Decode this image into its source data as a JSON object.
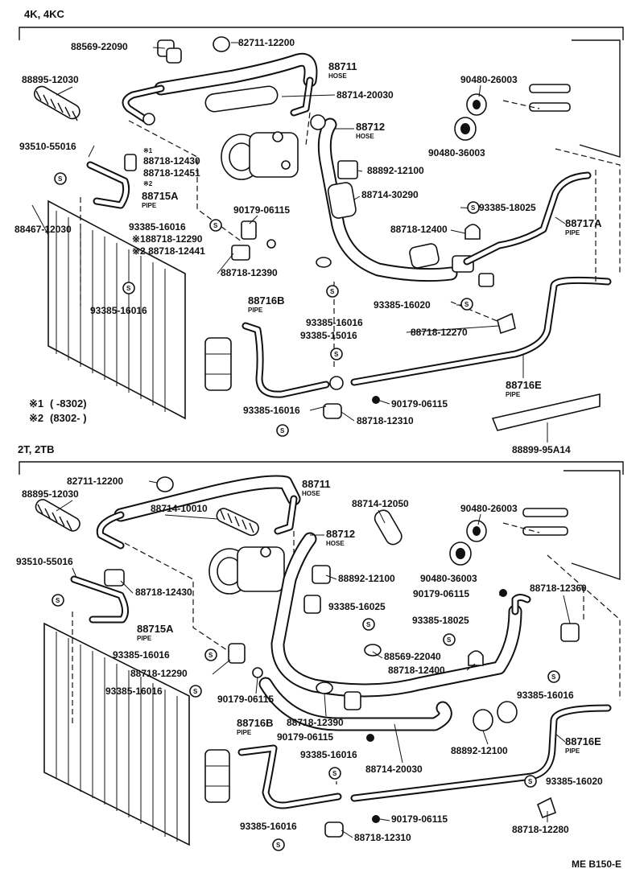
{
  "sections": {
    "top": "4K, 4KC",
    "bottom": "2T, 2TB"
  },
  "notes": {
    "mark1": "※1",
    "range1": "(        -8302)",
    "mark2": "※2",
    "range2": "(8302-         )"
  },
  "diagram_code": "ME B150-E",
  "top_labels": {
    "p88569_22090": "88569-22090",
    "p82711_12200": "82711-12200",
    "p88711": "88711",
    "hose1": "HOSE",
    "p88895_12030": "88895-12030",
    "p88714_20030": "88714-20030",
    "p90480_26003": "90480-26003",
    "p88712": "88712",
    "hose2": "HOSE",
    "p90480_36003": "90480-36003",
    "p93510_55016": "93510-55016",
    "p88718_12430_mark": "※1",
    "p88718_12430": "88718-12430",
    "p88718_12451_mark": "※2",
    "p88718_12451": "88718-12451",
    "p88892_12100": "88892-12100",
    "p88715a": "88715A",
    "pipe1": "PIPE",
    "p88714_30290": "88714-30290",
    "p93385_18025": "93385-18025",
    "p88467_12030": "88467-12030",
    "p93385_16016a": "93385-16016",
    "p90179_06115a": "90179-06115",
    "p88718_12400": "88718-12400",
    "p88717a": "88717A",
    "pipe2": "PIPE",
    "p88718_12290": "※188718-12290",
    "p88718_12441": "※2 88718-12441",
    "p88718_12390": "88718-12390",
    "p93385_16016b": "93385-16016",
    "p88716b": "88716B",
    "pipe3": "PIPE",
    "p93385_16016c": "93385-16016",
    "p93385_16020": "93385-16020",
    "p93385_15016": "93385-15016",
    "p88718_12270": "88718-12270",
    "p88716e": "88716E",
    "pipe4": "PIPE",
    "p90179_06115b": "90179-06115",
    "p93385_16016d": "93385-16016",
    "p88718_12310": "88718-12310",
    "p88899_95a14": "88899-95A14"
  },
  "bottom_labels": {
    "p82711_12200": "82711-12200",
    "p88711": "88711",
    "hose1": "HOSE",
    "p88895_12030": "88895-12030",
    "p88714_12050": "88714-12050",
    "p90480_26003": "90480-26003",
    "p88714_10010": "88714-10010",
    "p88712": "88712",
    "hose2": "HOSE",
    "p93510_55016": "93510-55016",
    "p88892_12100a": "88892-12100",
    "p90480_36003": "90480-36003",
    "p88718_12430": "88718-12430",
    "p90179_06115a": "90179-06115",
    "p88718_12360": "88718-12360",
    "p88715a": "88715A",
    "pipe1": "PIPE",
    "p93385_16025": "93385-16025",
    "p93385_18025": "93385-18025",
    "p93385_16016a": "93385-16016",
    "p88569_22040": "88569-22040",
    "p88718_12290": "88718-12290",
    "p88718_12400": "88718-12400",
    "p93385_16016b": "93385-16016",
    "p90179_06115b": "90179-06115",
    "p93385_16016c": "93385-16016",
    "p88718_12390": "88718-12390",
    "p88716b": "88716B",
    "pipe2": "PIPE",
    "p90179_06115c": "90179-06115",
    "p88892_12100b": "88892-12100",
    "p88716e": "88716E",
    "pipe3": "PIPE",
    "p93385_16016d": "93385-16016",
    "p88714_20030": "88714-20030",
    "p93385_16020": "93385-16020",
    "p93385_16016e": "93385-16016",
    "p90179_06115d": "90179-06115",
    "p88718_12280": "88718-12280",
    "p88718_12310": "88718-12310"
  }
}
